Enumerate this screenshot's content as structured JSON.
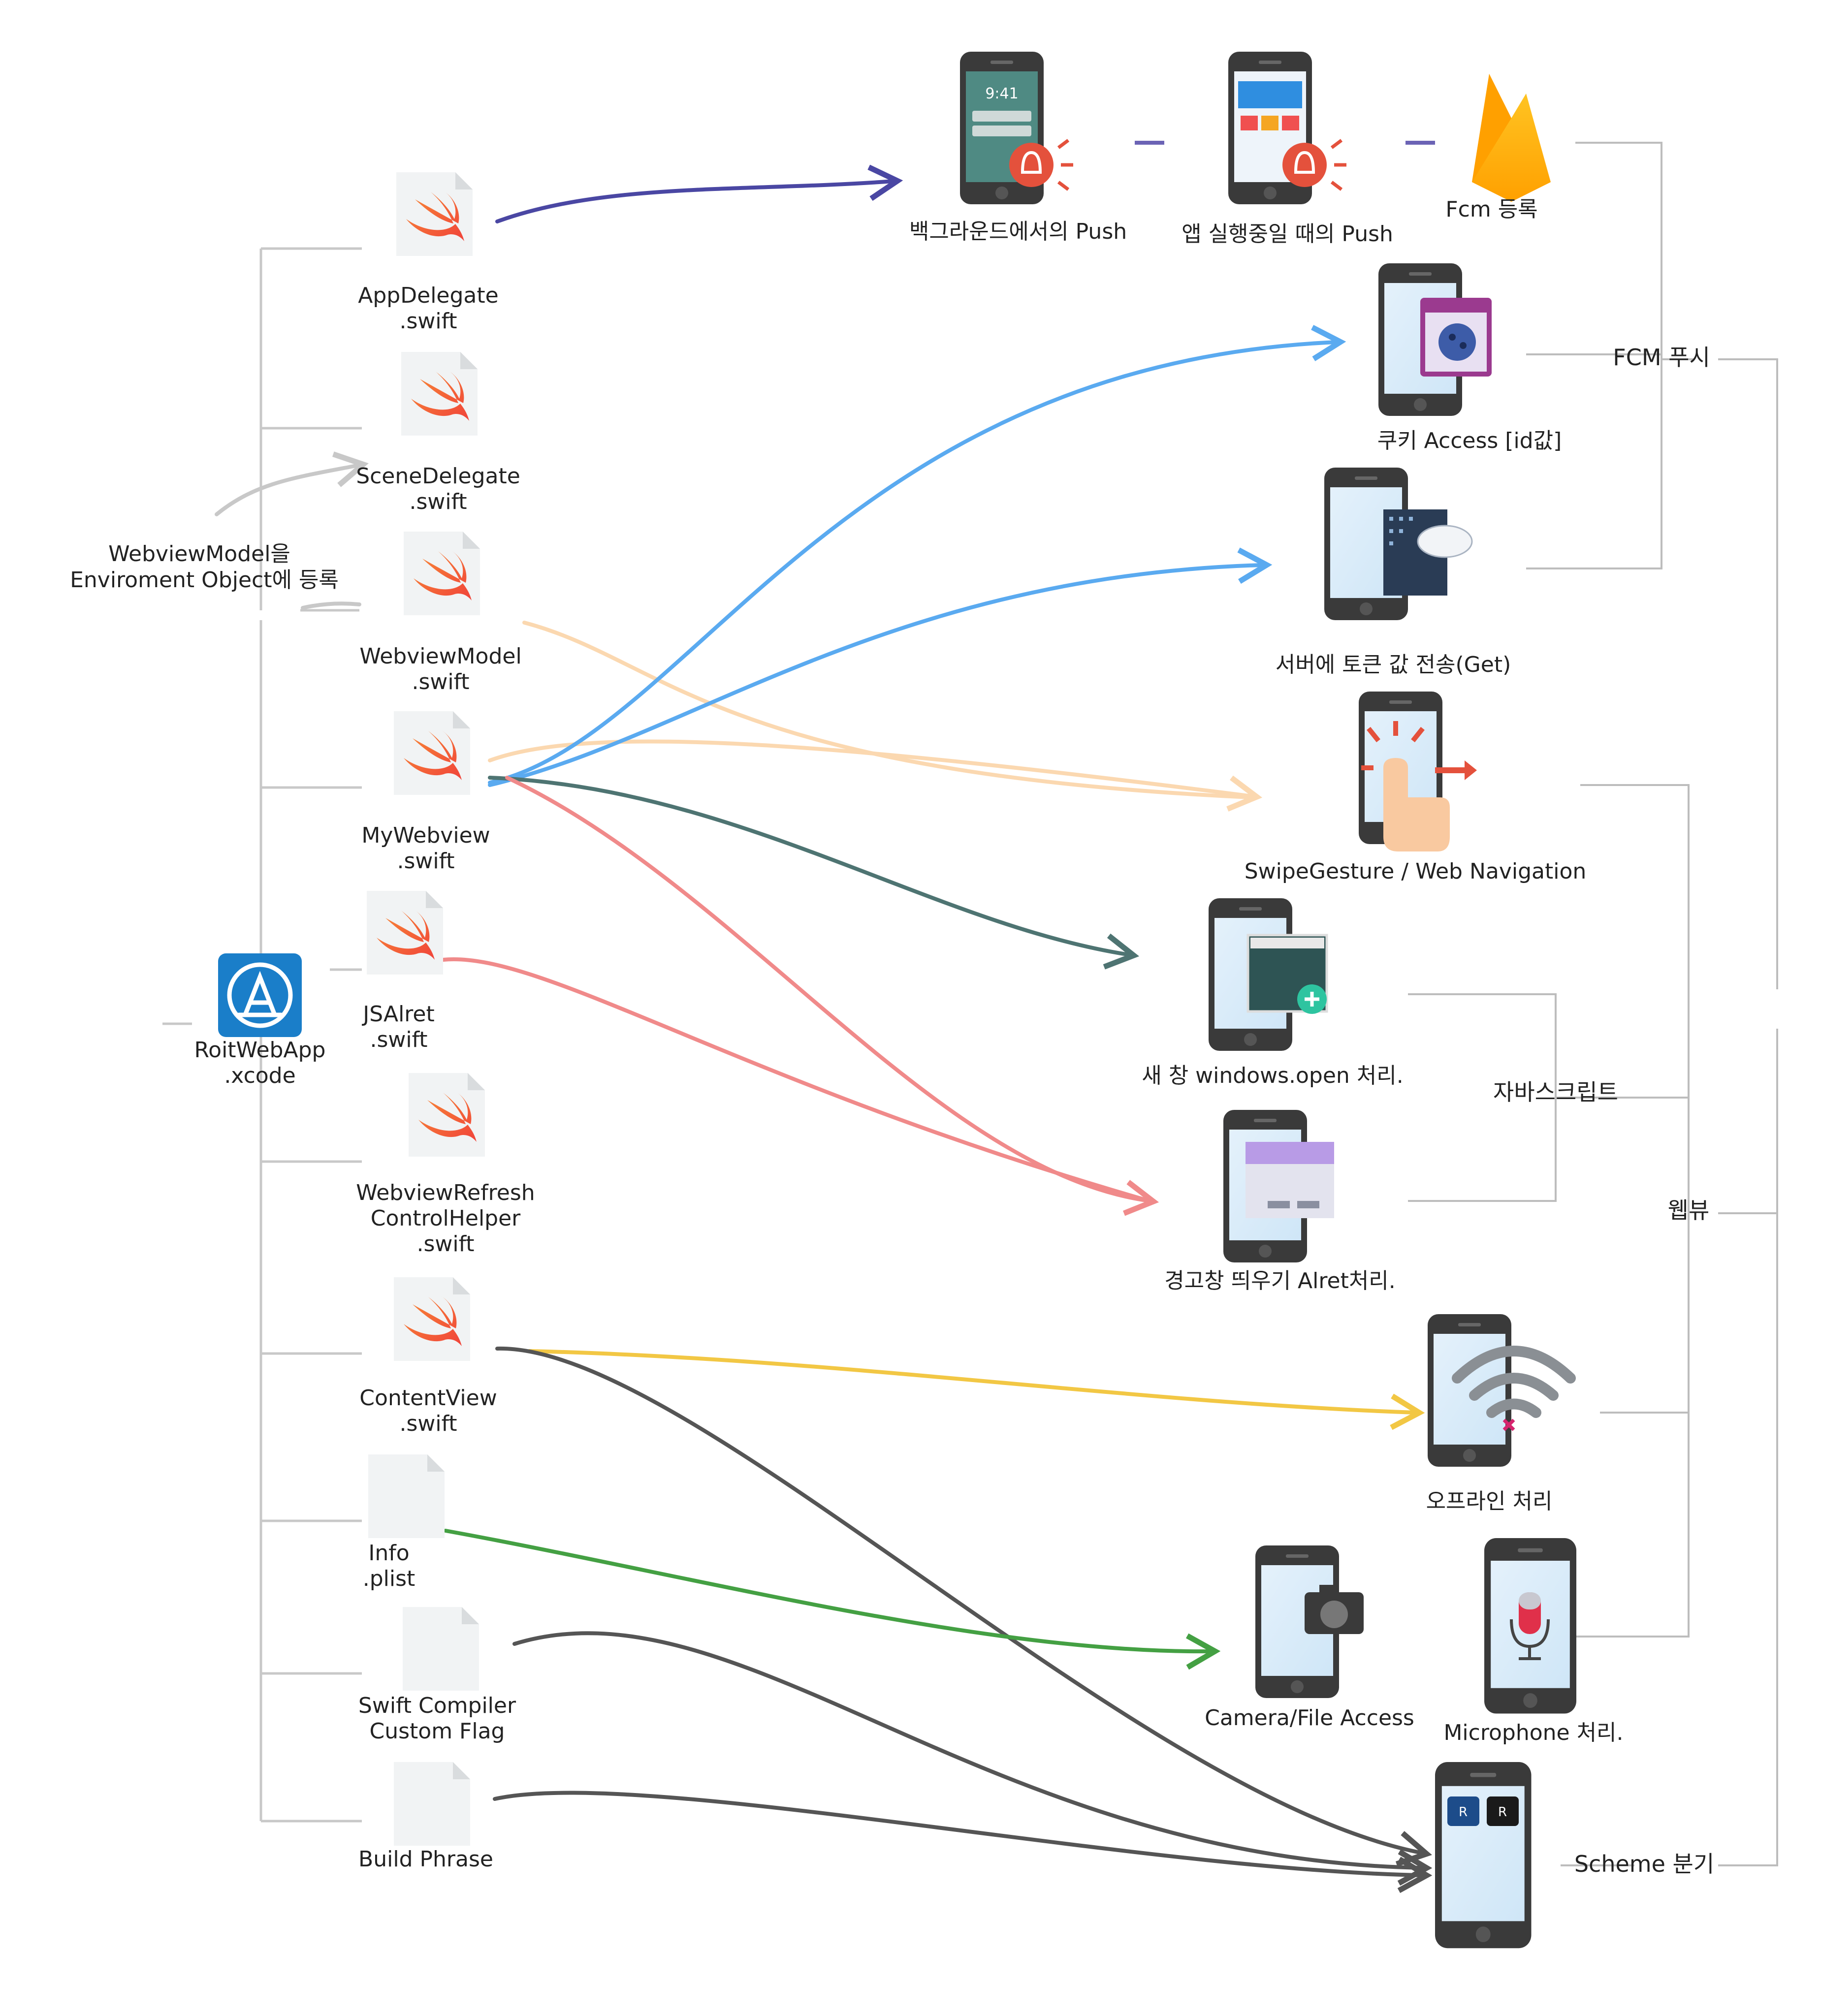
{
  "root": {
    "label_line1": "RoitWebApp",
    "label_line2": ".xcode",
    "icon": "app-store-icon",
    "color": "#1a7ec9"
  },
  "annotation": {
    "line1": "WebviewModel을",
    "line2": "Enviroment Object에 등록"
  },
  "files": [
    {
      "id": "appdelegate",
      "line1": "AppDelegate",
      "line2": ".swift",
      "icon": "swift-file-icon"
    },
    {
      "id": "scenedelegate",
      "line1": "SceneDelegate",
      "line2": ".swift",
      "icon": "swift-file-icon"
    },
    {
      "id": "webviewmodel",
      "line1": "WebviewModel",
      "line2": ".swift",
      "icon": "swift-file-icon"
    },
    {
      "id": "mywebview",
      "line1": "MyWebview",
      "line2": ".swift",
      "icon": "swift-file-icon"
    },
    {
      "id": "jsalret",
      "line1": "JSAlret",
      "line2": ".swift",
      "icon": "swift-file-icon"
    },
    {
      "id": "refreshhelper",
      "line1": "WebviewRefresh",
      "line2": "ControlHelper",
      "line3": ".swift",
      "icon": "swift-file-icon"
    },
    {
      "id": "contentview",
      "line1": "ContentView",
      "line2": ".swift",
      "icon": "swift-file-icon"
    },
    {
      "id": "infoplist",
      "line1": "Info",
      "line2": ".plist",
      "icon": "plain-file-icon"
    },
    {
      "id": "compilerflag",
      "line1": "Swift Compiler",
      "line2": "Custom Flag",
      "icon": "plain-file-icon"
    },
    {
      "id": "buildphrase",
      "line1": "Build Phrase",
      "icon": "plain-file-icon"
    }
  ],
  "features": [
    {
      "id": "push-bg",
      "label": "백그라운드에서의 Push",
      "icon": "phone-lockscreen-bell-icon"
    },
    {
      "id": "push-fg",
      "label": "앱 실행중일 때의 Push",
      "icon": "phone-app-bell-icon"
    },
    {
      "id": "fcm",
      "label": "Fcm 등록",
      "icon": "firebase-icon"
    },
    {
      "id": "cookie",
      "label": "쿠키 Access [id값]",
      "icon": "phone-cookie-icon"
    },
    {
      "id": "token",
      "label": "서버에 토큰 값 전송(Get)",
      "icon": "phone-server-icon"
    },
    {
      "id": "swipe",
      "label": "SwipeGesture / Web Navigation",
      "icon": "phone-swipe-icon"
    },
    {
      "id": "newwin",
      "label": "새 창 windows.open 처리.",
      "icon": "phone-new-window-icon"
    },
    {
      "id": "alert",
      "label": "경고창 띄우기 Alret처리.",
      "icon": "phone-alert-icon"
    },
    {
      "id": "offline",
      "label": "오프라인 처리",
      "icon": "phone-wifi-off-icon"
    },
    {
      "id": "camera",
      "label": "Camera/File Access",
      "icon": "phone-camera-icon"
    },
    {
      "id": "mic",
      "label": "Microphone 처리.",
      "icon": "phone-microphone-icon"
    },
    {
      "id": "scheme",
      "label": "",
      "icon": "phone-scheme-icons"
    }
  ],
  "groups": {
    "fcm_push": "FCM 푸시",
    "javascript": "자바스크립트",
    "webview": "웹뷰",
    "scheme": "Scheme 분기"
  },
  "colors": {
    "navy": "#4a47a3",
    "blue": "#5aaaf0",
    "peach": "#fbd8b0",
    "teal": "#4e7472",
    "salmon": "#f08a8a",
    "yellow": "#f2c744",
    "green": "#44a043",
    "dark": "#555555",
    "grey": "#c8c8c8",
    "bracket": "#bdbdbd"
  }
}
